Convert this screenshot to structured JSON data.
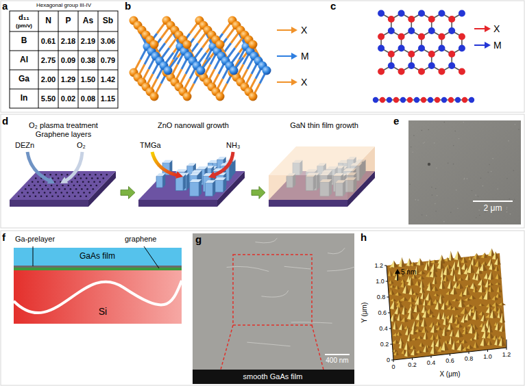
{
  "diagram": {
    "nodes": [
      {
        "text": [
          "O₂ plasma treatment Graphene layers"
        ]
      },
      {
        "text": [
          "ZnO nanowall growth"
        ]
      },
      {
        "text": [
          "GaN thin film growth"
        ]
      }
    ],
    "edges": [
      {
        "from": 0,
        "to": 1,
        "arrow": "to"
      },
      {
        "from": 1,
        "to": 2,
        "arrow": "to"
      }
    ],
    "labels": [
      "a",
      "Hexagonal group III-IV",
      "d₁₁",
      "(pm/v)",
      "N",
      "P",
      "As",
      "Sb",
      "B",
      "0.61",
      "2.18",
      "2.19",
      "3.06",
      "Al",
      "2.75",
      "0.09",
      "0.38",
      "0.79",
      "Ga",
      "2.00",
      "1.29",
      "1.50",
      "1.42",
      "In",
      "5.50",
      "0.02",
      "0.08",
      "1.15",
      "b",
      "X",
      "M",
      "X",
      "c",
      "X",
      "M",
      "d",
      "DEZn",
      "O₂",
      "TMGa",
      "NH₃",
      "e",
      "2 μm",
      "f",
      "Ga-prelayer",
      "GaAs film",
      "graphene",
      "Si",
      "g",
      "smooth GaAs film",
      "400 nm",
      "h",
      "1.2",
      "1.0",
      "0.8",
      "0.6",
      "0.4",
      "0.2",
      "0",
      "0",
      "0.2",
      "0.4",
      "0.6",
      "0.8",
      "1.0",
      "1.2",
      "Y (μm)",
      "X (μm)",
      "5 nm"
    ]
  }
}
